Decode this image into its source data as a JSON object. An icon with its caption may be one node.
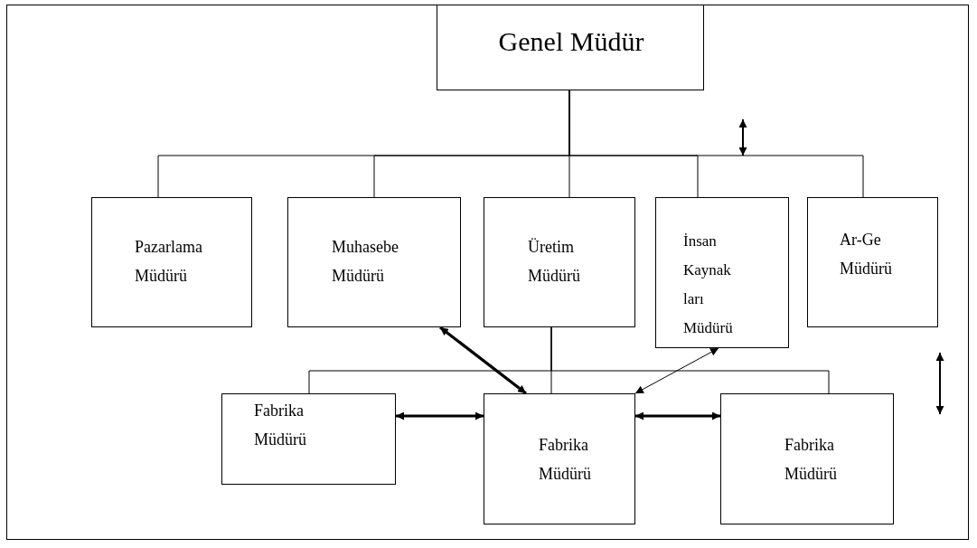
{
  "diagram": {
    "nodes": [
      {
        "text": [
          "Genel Müdür"
        ]
      },
      {
        "text": [
          "Pazarlama Müdürü"
        ]
      },
      {
        "text": [
          "Muhasebe Müdürü"
        ]
      },
      {
        "text": [
          "Üretim Müdürü"
        ]
      },
      {
        "text": [
          "İnsan Kaynak ları Müdürü"
        ]
      },
      {
        "text": [
          "Ar-Ge Müdürü"
        ]
      },
      {
        "text": [
          "Fabrika Müdürü"
        ]
      },
      {
        "text": [
          "Fabrika Müdürü"
        ]
      },
      {
        "text": [
          "Fabrika Müdürü"
        ]
      }
    ],
    "edges": [
      {
        "from": 0,
        "to": 1,
        "arrow": "none"
      },
      {
        "from": 0,
        "to": 2,
        "arrow": "none"
      },
      {
        "from": 0,
        "to": 3,
        "arrow": "none"
      },
      {
        "from": 0,
        "to": 4,
        "arrow": "none"
      },
      {
        "from": 0,
        "to": 5,
        "arrow": "none"
      },
      {
        "from": 3,
        "to": 6,
        "arrow": "none"
      },
      {
        "from": 3,
        "to": 7,
        "arrow": "none"
      },
      {
        "from": 3,
        "to": 8,
        "arrow": "none"
      },
      {
        "from": 2,
        "to": 7,
        "arrow": "both",
        "style": "thick"
      },
      {
        "from": 4,
        "to": 7,
        "arrow": "both"
      },
      {
        "from": 6,
        "to": 7,
        "arrow": "both",
        "style": "thick"
      },
      {
        "from": 7,
        "to": 8,
        "arrow": "both",
        "style": "thick"
      }
    ]
  }
}
